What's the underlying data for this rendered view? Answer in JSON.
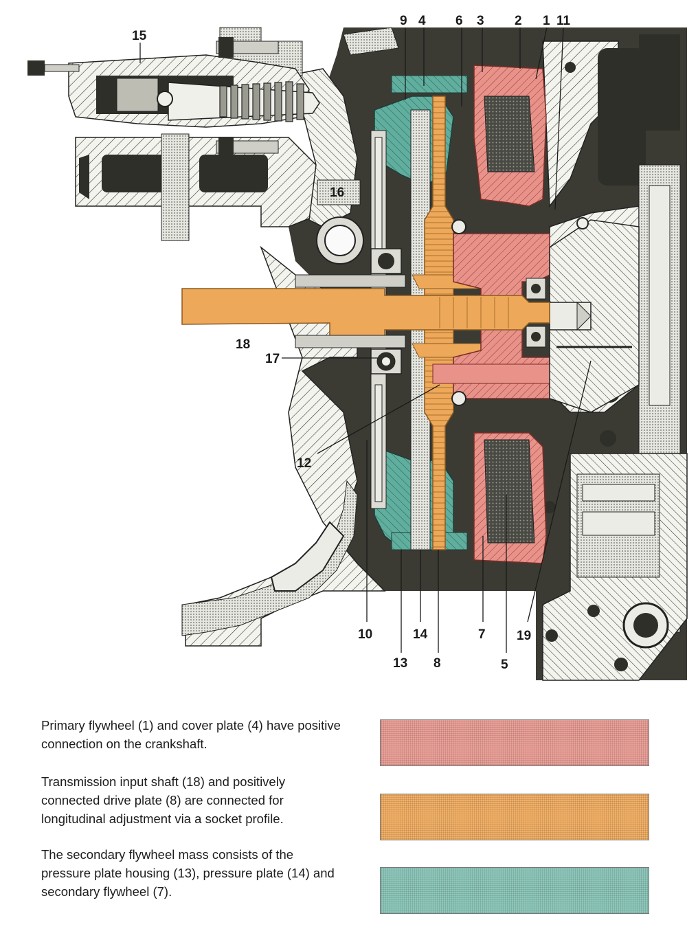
{
  "diagram": {
    "callouts": {
      "c1": "1",
      "c2": "2",
      "c3": "3",
      "c4": "4",
      "c5": "5",
      "c6": "6",
      "c7": "7",
      "c8": "8",
      "c9": "9",
      "c10": "10",
      "c11": "11",
      "c12": "12",
      "c13": "13",
      "c14": "14",
      "c15": "15",
      "c16": "16",
      "c17": "17",
      "c18": "18",
      "c19": "19"
    },
    "colors": {
      "primary": "#e8928a",
      "drive": "#eea85a",
      "secondary": "#5fae9e",
      "housing": "#3a3a33",
      "section": "#f2f2ee"
    }
  },
  "legend": {
    "items": [
      {
        "text": "Primary flywheel (1) and cover plate (4) have positive connection on the crankshaft.",
        "color": "#eaa098"
      },
      {
        "text": "Transmission input shaft (18) and positively connected drive plate (8) are connected for longitudinal adjustment via a socket profile.",
        "color": "#f2b067"
      },
      {
        "text": "The secondary flywheel mass consists of the pressure plate housing (13), pressure plate (14) and secondary flywheel (7).",
        "color": "#8ec7bb"
      }
    ]
  }
}
